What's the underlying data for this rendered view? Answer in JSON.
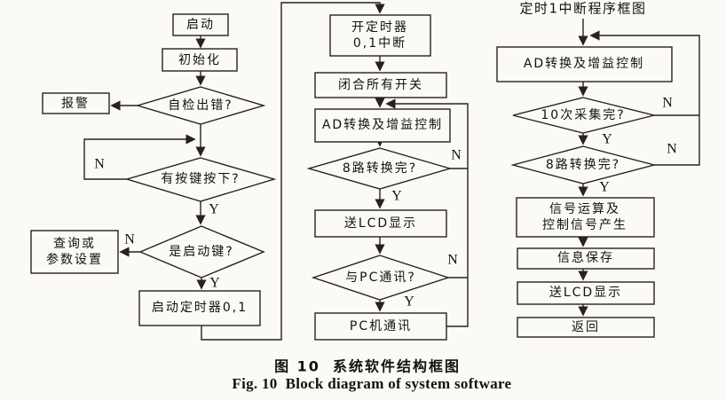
{
  "labels": {
    "yes": "Y",
    "no": "N"
  },
  "main_program": {
    "start": "启动",
    "init": "初始化",
    "self_check_error": "自检出错?",
    "alarm": "报警",
    "key_pressed": "有按键按下?",
    "is_start_key": "是启动键?",
    "query_or_param": "查询或\n参数设置",
    "start_timer": "启动定时器0,1"
  },
  "timer0_flow": {
    "open_timer_interrupt": "开定时器\n0,1中断",
    "close_all_switches": "闭合所有开关",
    "ad_conversion_gain": "AD转换及增益控制",
    "conv8_done": "8路转换完?",
    "send_lcd": "送LCD显示",
    "pc_comm_question": "与PC通讯?",
    "pc_comm": "PC机通讯"
  },
  "timer1_flow": {
    "title": "定时1中断程序框图",
    "ad_conversion_gain": "AD转换及增益控制",
    "collect10_done": "10次采集完?",
    "conv8_done": "8路转换完?",
    "signal_calc": "信号运算及\n控制信号产生",
    "save_info": "信息保存",
    "send_lcd": "送LCD显示",
    "return": "返回"
  },
  "caption": {
    "zh_num": "图 10",
    "zh_text": "系统软件结构框图",
    "en_num": "Fig. 10",
    "en_text": "Block diagram of system software"
  },
  "colors": {
    "line": "#26221e",
    "background": "#fbfaf7",
    "text": "#141210"
  }
}
